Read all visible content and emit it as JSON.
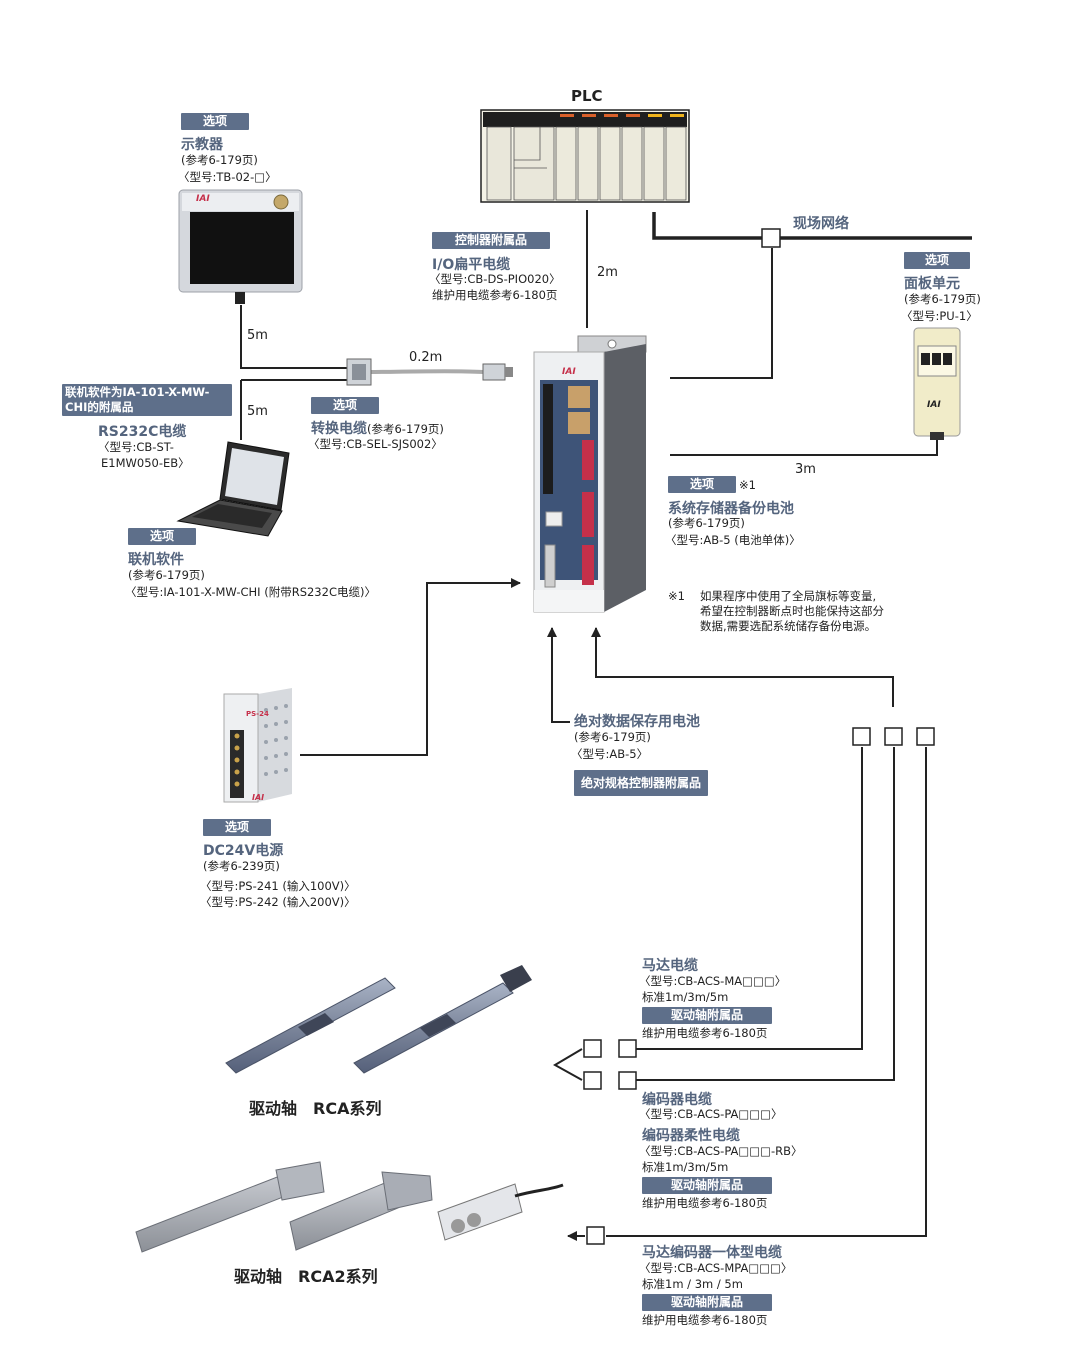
{
  "plc": {
    "label": "PLC"
  },
  "network": {
    "label": "现场网络"
  },
  "lengths": {
    "l_5m_top": "5m",
    "l_5m_bottom": "5m",
    "l_02m": "0.2m",
    "l_2m": "2m",
    "l_3m": "3m"
  },
  "teaching": {
    "badge": "选项",
    "title": "示教器",
    "ref": "(参考6-179页)",
    "model": "〈型号:TB-02-□〉"
  },
  "io_cable": {
    "badge": "控制器附属品",
    "title": "I/O扁平电缆",
    "model": "〈型号:CB-DS-PIO020〉",
    "maint": "维护用电缆参考6-180页"
  },
  "panel_unit": {
    "badge": "选项",
    "title": "面板单元",
    "ref": "(参考6-179页)",
    "model": "〈型号:PU-1〉"
  },
  "rs232": {
    "badge": "联机软件为IA-101-X-MW-CHI的附属品",
    "title": "RS232C电缆",
    "model1": "〈型号:CB-ST-",
    "model2": "E1MW050-EB〉"
  },
  "conv_cable": {
    "badge": "选项",
    "title": "转换电缆",
    "ref": "(参考6-179页)",
    "model": "〈型号:CB-SEL-SJS002〉"
  },
  "software": {
    "badge": "选项",
    "title": "联机软件",
    "ref": "(参考6-179页)",
    "model": "〈型号:IA-101-X-MW-CHI (附带RS232C电缆)〉"
  },
  "backup_battery": {
    "badge": "选项",
    "mark": "※1",
    "title": "系统存储器备份电池",
    "ref": "(参考6-179页)",
    "model": "〈型号:AB-5 (电池单体)〉"
  },
  "footnote": {
    "mark": "※1",
    "line1": "如果程序中使用了全局旗标等变量,",
    "line2": "希望在控制器断点时也能保持这部分",
    "line3": "数据,需要选配系统储存备份电源。"
  },
  "abs_battery": {
    "title": "绝对数据保存用电池",
    "ref": "(参考6-179页)",
    "model": "〈型号:AB-5〉",
    "badge": "绝对规格控制器附属品"
  },
  "power": {
    "badge": "选项",
    "title": "DC24V电源",
    "ref": "(参考6-239页)",
    "model1": "〈型号:PS-241 (输入100V)〉",
    "model2": "〈型号:PS-242 (输入200V)〉",
    "device_label": "PS-24"
  },
  "motor_cable": {
    "title": "马达电缆",
    "model": "〈型号:CB-ACS-MA□□□〉",
    "std": "标准1m/3m/5m",
    "badge": "驱动轴附属品",
    "maint": "维护用电缆参考6-180页"
  },
  "encoder_cable": {
    "title1": "编码器电缆",
    "model1": "〈型号:CB-ACS-PA□□□〉",
    "title2": "编码器柔性电缆",
    "model2": "〈型号:CB-ACS-PA□□□-RB〉",
    "std": "标准1m/3m/5m",
    "badge": "驱动轴附属品",
    "maint": "维护用电缆参考6-180页"
  },
  "integrated_cable": {
    "title": "马达编码器一体型电缆",
    "model": "〈型号:CB-ACS-MPA□□□〉",
    "std": "标准1m / 3m / 5m",
    "badge": "驱动轴附属品",
    "maint": "维护用电缆参考6-180页"
  },
  "actuators": {
    "rca": "驱动轴　RCA系列",
    "rca2": "驱动轴　RCA2系列"
  },
  "brand": {
    "logo": "IAI"
  },
  "colors": {
    "badge": "#5e6f8a",
    "title": "#55657e",
    "line": "#222222",
    "controller_front": "#3e5478"
  }
}
